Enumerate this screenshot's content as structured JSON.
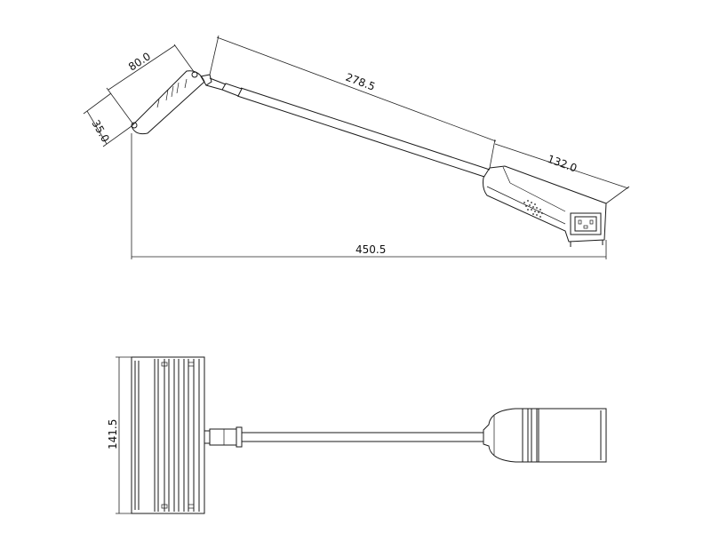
{
  "drawing": {
    "dimensions": {
      "head_length": "80.0",
      "head_height": "35.0",
      "arm_length": "278.5",
      "base_length": "132.0",
      "overall_length": "450.5",
      "width": "141.5"
    },
    "colors": {
      "line": "#1a1a1a",
      "background": "#ffffff"
    }
  }
}
